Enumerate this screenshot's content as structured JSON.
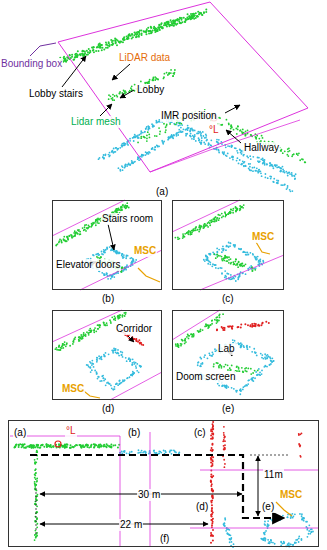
{
  "diagram": {
    "nodes": [
      {
        "text": [
          "Stairs room",
          "Elevator doors",
          "MSC",
          "(b)"
        ]
      },
      {
        "text": [
          "MSC",
          "(c)"
        ]
      },
      {
        "text": [
          "Corridor",
          "MSC",
          "(d)"
        ]
      },
      {
        "text": [
          "Lab",
          "Doom screen",
          "(e)"
        ]
      },
      {
        "text": [
          "(a)",
          "°L",
          "(b)",
          "(c)",
          "(d)",
          "(e)",
          "30 m",
          "22 m",
          "11m",
          "MSC",
          "(f)"
        ]
      }
    ],
    "labels": [
      "Bounding box",
      "Lobby stairs",
      "LiDAR data",
      "Lobby",
      "Lidar mesh",
      "IMR position",
      "°L",
      "Hallway",
      "(a)"
    ]
  }
}
